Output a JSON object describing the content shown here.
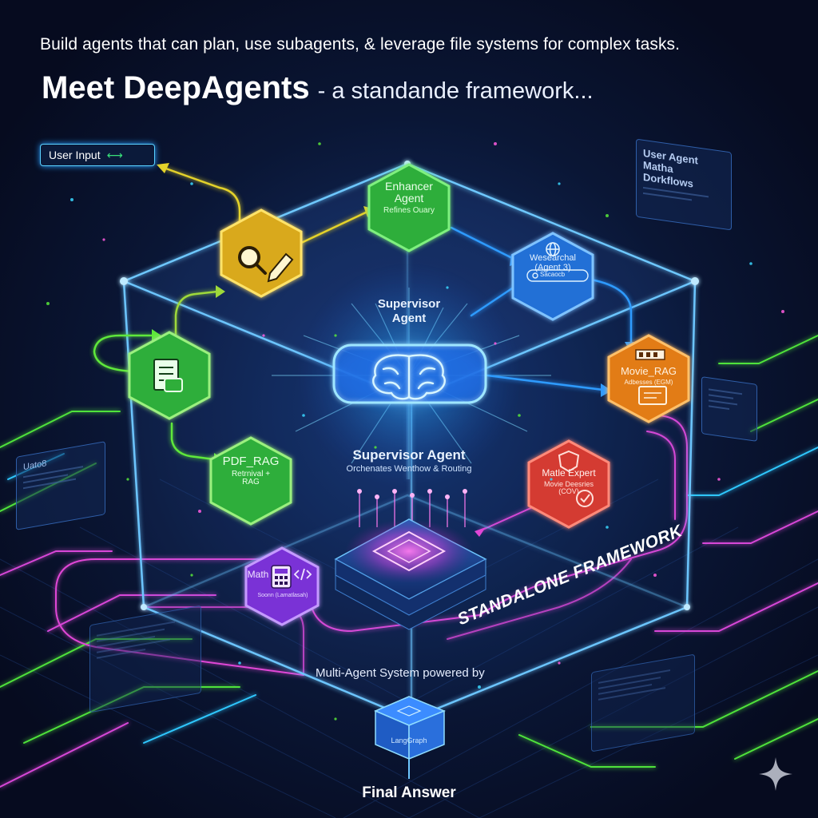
{
  "header": {
    "tagline": "Build agents that can plan, use subagents, & leverage file systems for complex tasks.",
    "title": "Meet DeepAgents",
    "subtitle": "- a standande framework..."
  },
  "user_input": {
    "label": "User Input",
    "arrow": "⟷"
  },
  "nodes": {
    "enhancer": {
      "title": "Enhancer Agent",
      "desc": "Refines Ouary"
    },
    "researcher": {
      "title": "Wesearchal (Agent 3)",
      "search": "Sacaocb"
    },
    "supervisor_top": {
      "title": "Supervisor Agent"
    },
    "supervisor_main": {
      "title": "Supervisor Agent",
      "desc": "Orchenates Wenthow & Routing"
    },
    "pdf_rag": {
      "title": "PDF_RAG",
      "desc": "Retrnival + RAG"
    },
    "movie_rag": {
      "title": "Movie_RAG",
      "desc": "Adbesses (EGM)"
    },
    "math_expert": {
      "title": "Matle Expert",
      "desc": "Movie Deesries (COV)"
    },
    "math": {
      "title": "Math",
      "desc": "Soonn (Lamatlasah)"
    }
  },
  "side_cards": {
    "top_right": {
      "title": "User Agent Matha Dorkflows"
    },
    "left": {
      "title": "Uato8"
    }
  },
  "footer": {
    "standalone": "STANDALONE FRAMEWORK",
    "multi": "Multi-Agent System powered by",
    "langgraph": "LangGraph",
    "final": "Final Answer"
  },
  "colors": {
    "background": "#070d24",
    "cube": "#6ec8ff",
    "green": "#3ac23e",
    "yellow": "#e3b51c",
    "blue": "#2f7fe3",
    "orange": "#ef8a1f",
    "red": "#e0493b",
    "purple": "#8a3ee0",
    "magenta": "#e046d6",
    "lime": "#54e83a"
  }
}
